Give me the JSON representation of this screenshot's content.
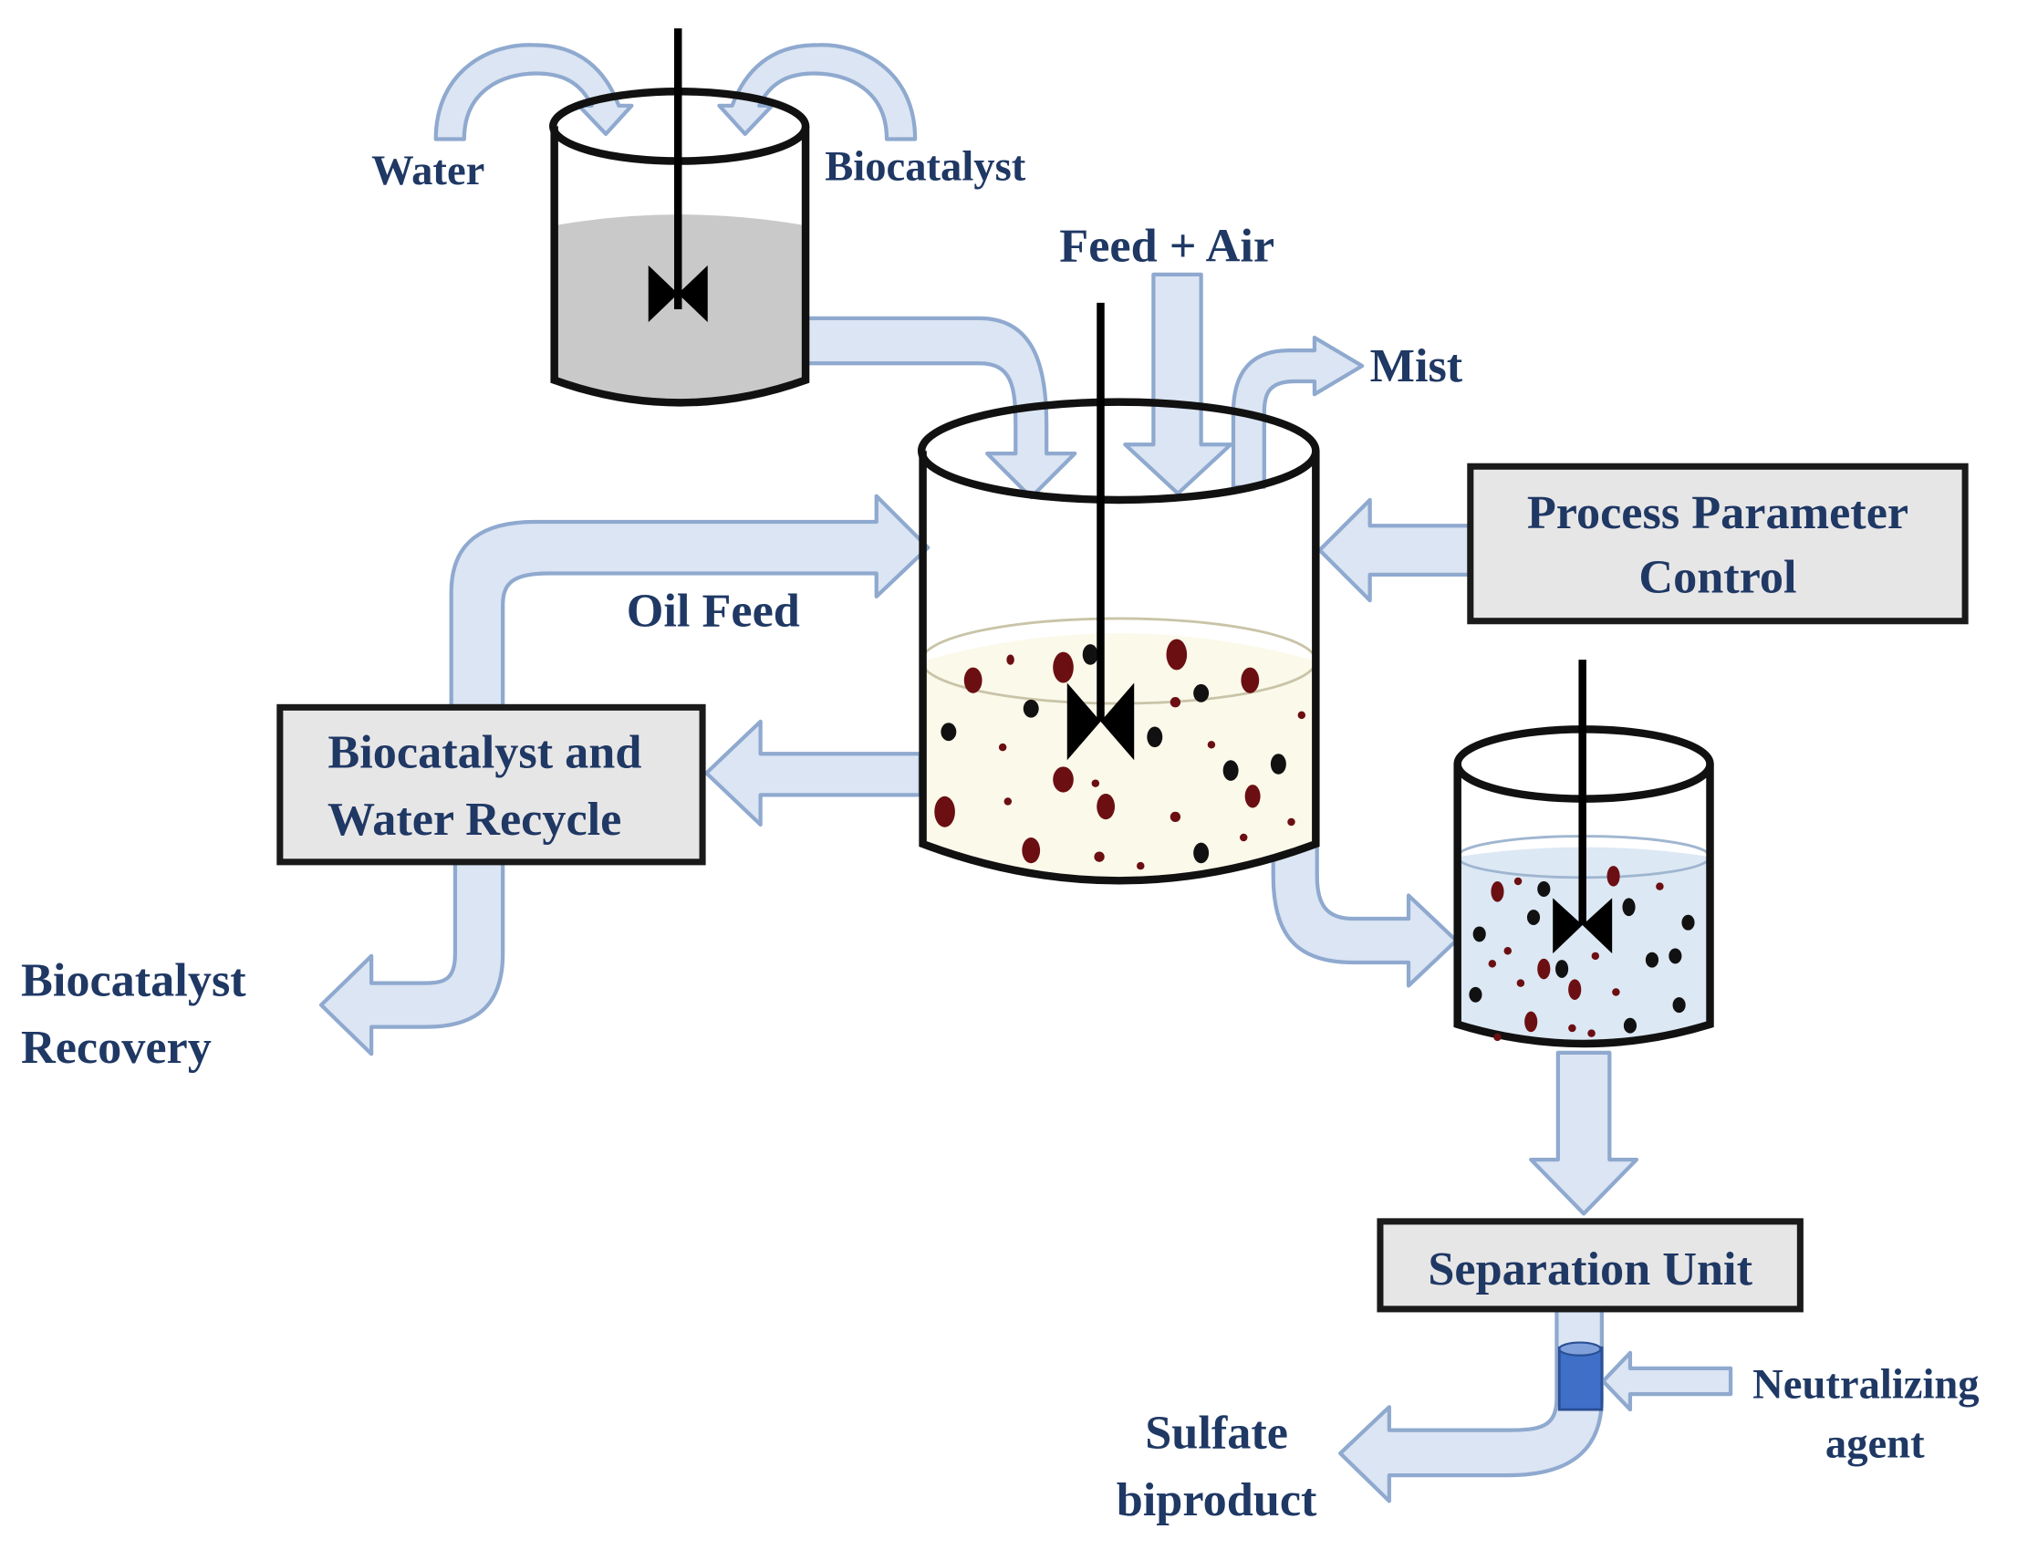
{
  "labels": {
    "water": "Water",
    "biocatalyst": "Biocatalyst",
    "feed_air": "Feed + Air",
    "mist": "Mist",
    "oil_feed": "Oil Feed",
    "biocatalyst_recovery_line1": "Biocatalyst",
    "biocatalyst_recovery_line2": "Recovery",
    "sulfate_line1": "Sulfate",
    "sulfate_line2": "biproduct",
    "neutralizing_line1": "Neutralizing",
    "neutralizing_line2": "agent"
  },
  "boxes": {
    "process_control_line1": "Process Parameter",
    "process_control_line2": "Control",
    "recycle_line1": "Biocatalyst and",
    "recycle_line2": "Water Recycle",
    "separation_unit": "Separation Unit"
  },
  "colors": {
    "text": "#1f3864",
    "arrow_fill": "#dbe5f3",
    "arrow_stroke": "#8fa9cf",
    "box_fill": "#e7e6e6",
    "prep_liquid": "#c9c9c9",
    "reactor_liquid": "#fbf9ea",
    "holding_liquid": "#dce8f4",
    "droplet_dark_red": "#6b0f12",
    "droplet_black": "#111111",
    "separation_liquid": "#3f6fc7"
  }
}
